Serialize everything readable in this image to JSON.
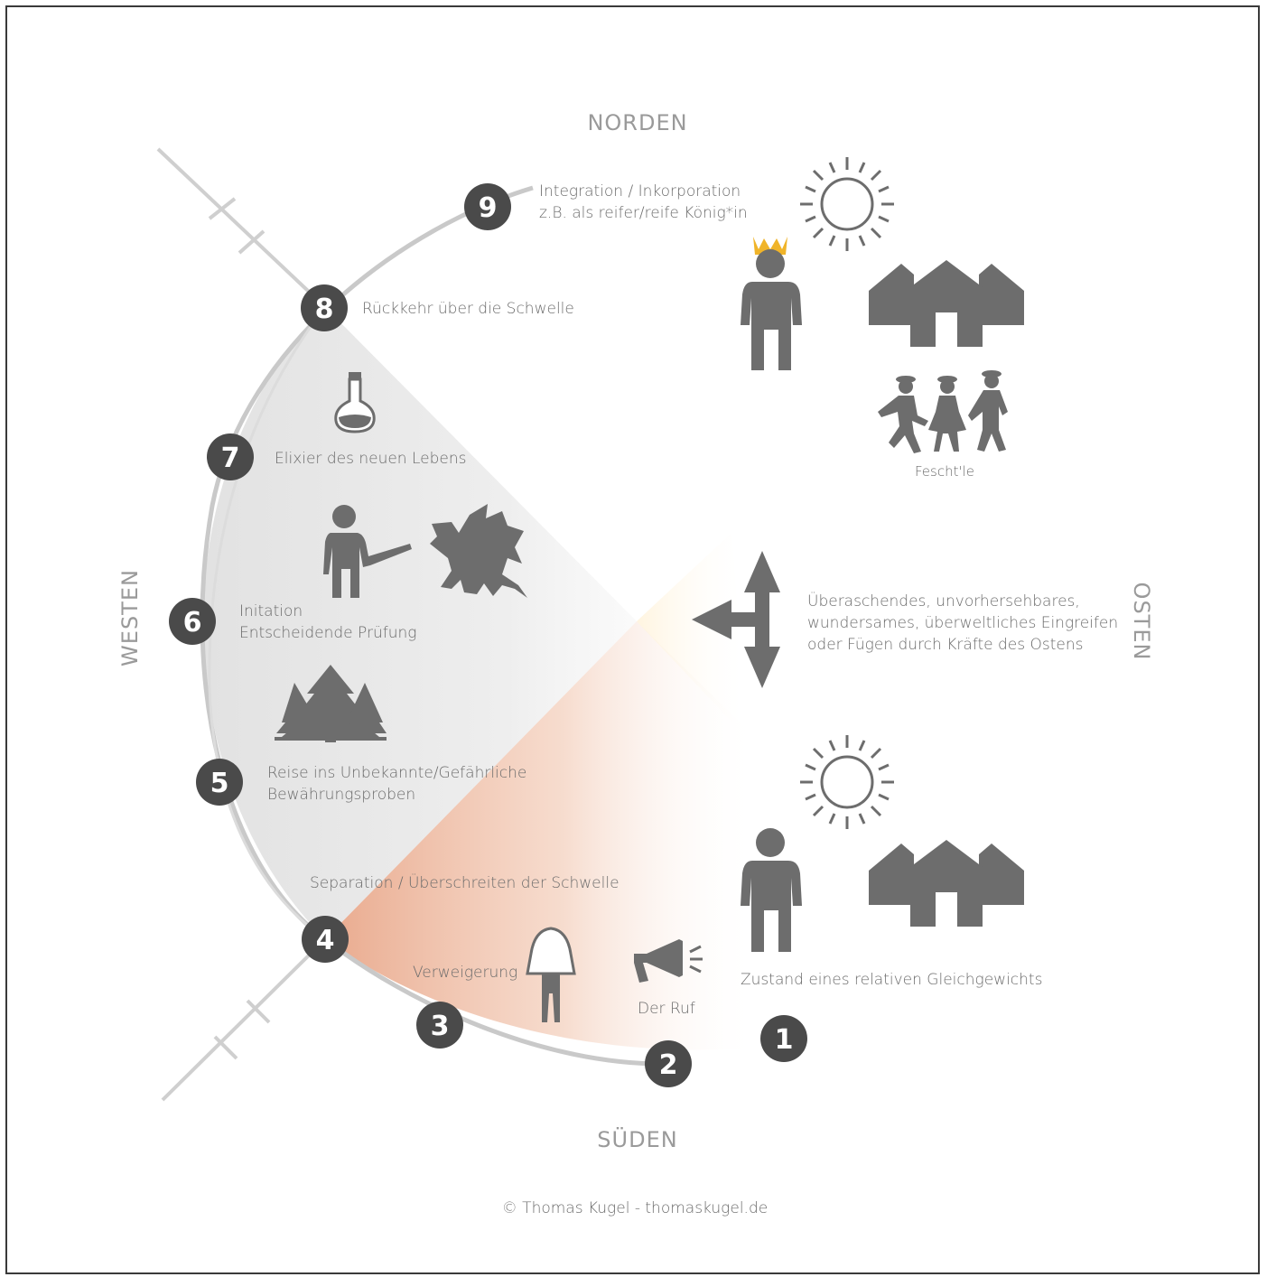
{
  "directions": {
    "north": "NORDEN",
    "south": "SÜDEN",
    "west": "WESTEN",
    "east": "OSTEN"
  },
  "stations": [
    {
      "number": "1",
      "label": [
        "Zustand eines relativen Gleichgewichts"
      ]
    },
    {
      "number": "2",
      "label": [
        "Der Ruf"
      ]
    },
    {
      "number": "3",
      "label": [
        "Verweigerung"
      ]
    },
    {
      "number": "4",
      "label": [
        "Separation / Überschreiten der Schwelle"
      ]
    },
    {
      "number": "5",
      "label": [
        "Reise ins Unbekannte/Gefährliche",
        "Bewährungsproben"
      ]
    },
    {
      "number": "6",
      "label": [
        "Initation",
        "Entscheidende Prüfung"
      ]
    },
    {
      "number": "7",
      "label": [
        "Elixier des neuen Lebens"
      ]
    },
    {
      "number": "8",
      "label": [
        "Rückkehr über die Schwelle"
      ]
    },
    {
      "number": "9",
      "label": [
        "Integration / Inkorporation",
        "z.B. als reifer/reife König*in"
      ]
    }
  ],
  "east_text": [
    "Überaschendes, unvorhersehbares,",
    "wundersames, überweltliches Eingreifen",
    "oder Fügen durch Kräfte des Ostens"
  ],
  "festival_label": "Fescht'le",
  "copyright": "© Thomas Kugel - thomaskugel.de",
  "colors": {
    "icon": "#6d6d6d",
    "badge": "#4a4a4a",
    "arc": "#c8c8c8",
    "south_gradient": "#e9a98a",
    "crown": "#f0b429"
  },
  "icons": [
    "sun-icon",
    "king-icon",
    "village-icon",
    "dancers-icon",
    "arrow-icon",
    "person-icon",
    "megaphone-icon",
    "veiled-figure-icon",
    "forest-icon",
    "knight-icon",
    "dragon-icon",
    "potion-icon"
  ]
}
